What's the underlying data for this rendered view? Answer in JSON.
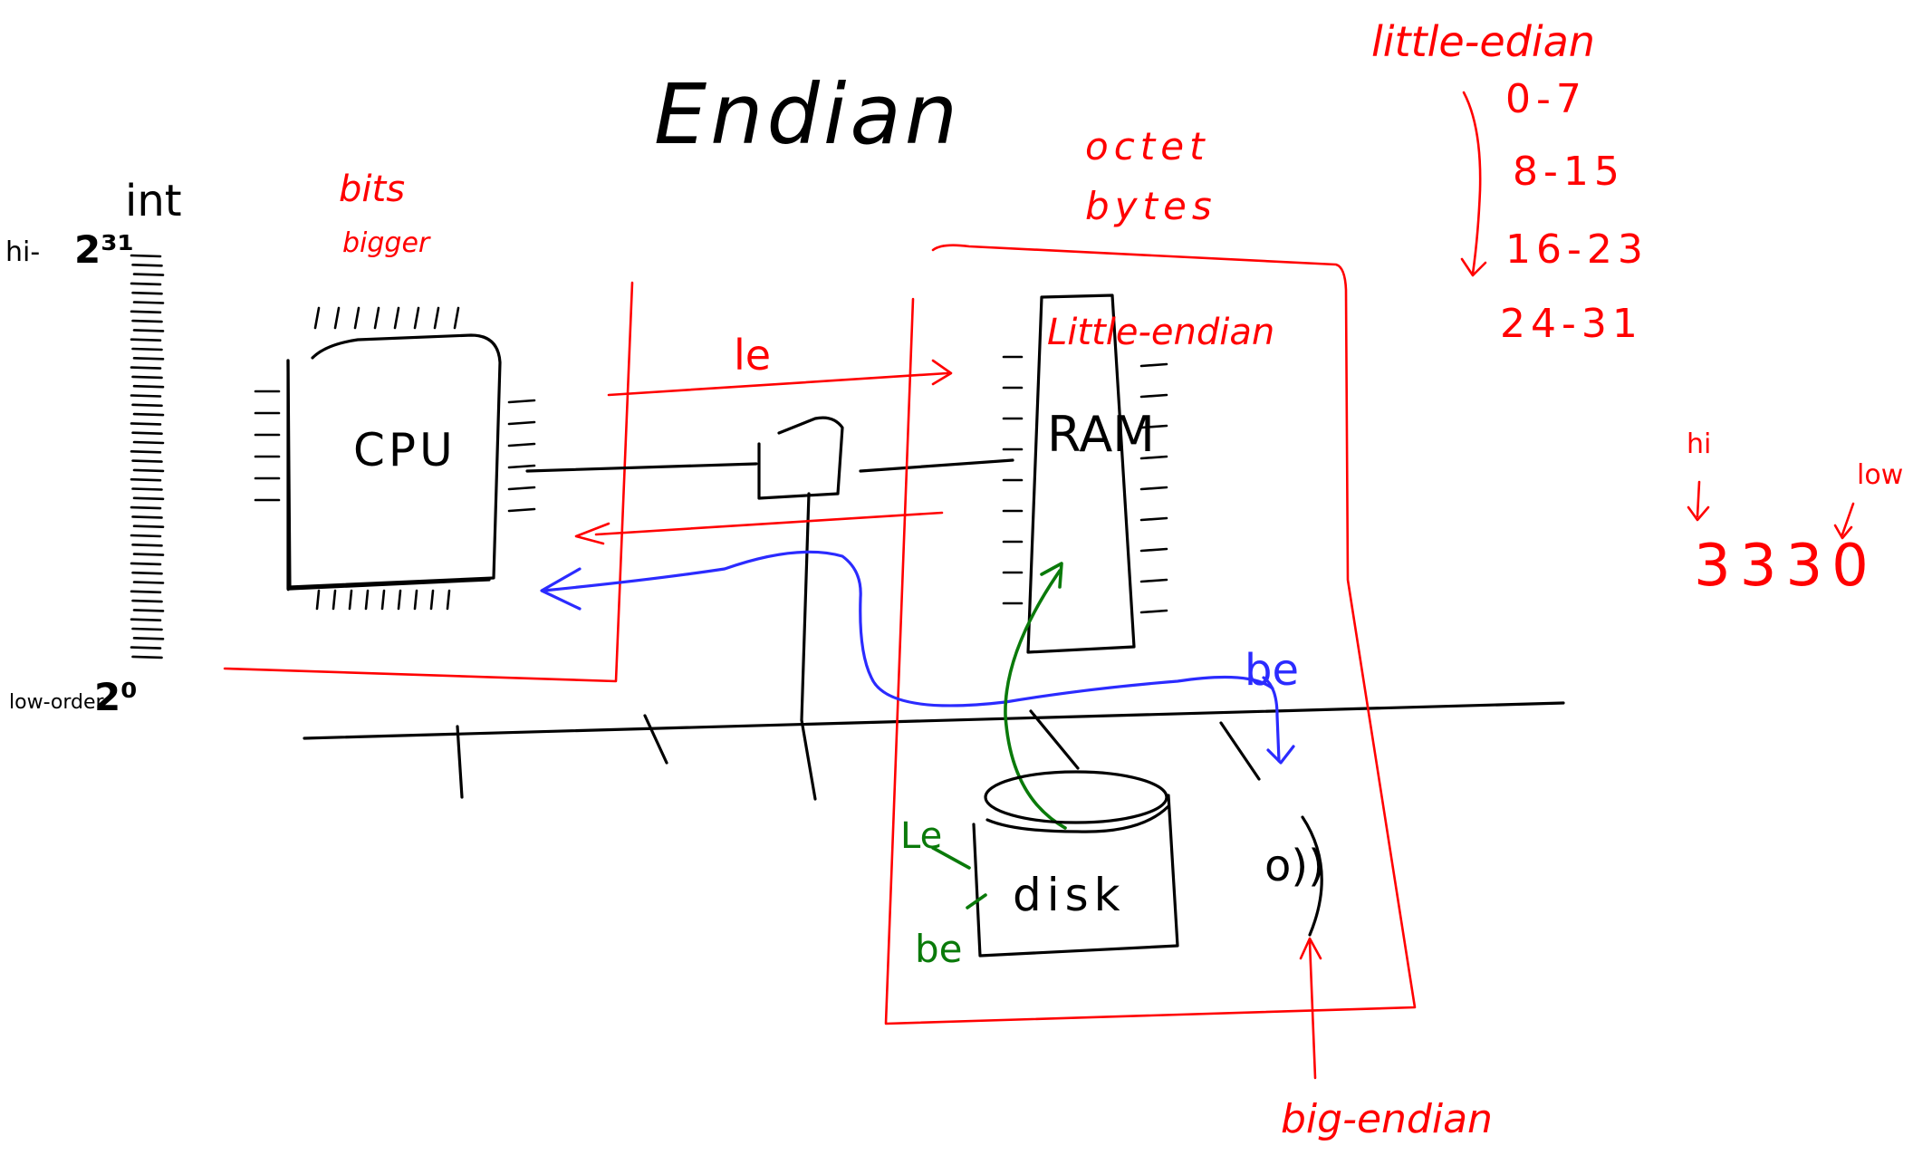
{
  "title": "Endian",
  "int_scale": {
    "label": "int",
    "top_marker": "hi-",
    "top_power": "2³¹",
    "bottom_marker": "low-order",
    "bottom_power": "2⁰"
  },
  "cpu": {
    "label": "CPU",
    "note_line1": "bits",
    "note_line2": "bigger"
  },
  "ram": {
    "label": "RAM",
    "note": "Little-endian"
  },
  "memory_units": {
    "line1": "octet",
    "line2": "bytes"
  },
  "bus_arrows": {
    "le_label": "le",
    "be_label": "be"
  },
  "disk": {
    "label": "disk",
    "le_label": "Le",
    "be_label": "be"
  },
  "network": {
    "glyph": "o))",
    "note": "big-endian"
  },
  "byte_order": {
    "heading": "little-edian",
    "ranges": [
      "0-7",
      "8-15",
      "16-23",
      "24-31"
    ]
  },
  "number_example": {
    "hi_label": "hi",
    "low_label": "low",
    "value": "3330"
  },
  "colors": {
    "black": "#000000",
    "red": "#ff0000",
    "blue": "#2b2bff",
    "green": "#0a7a0a"
  }
}
